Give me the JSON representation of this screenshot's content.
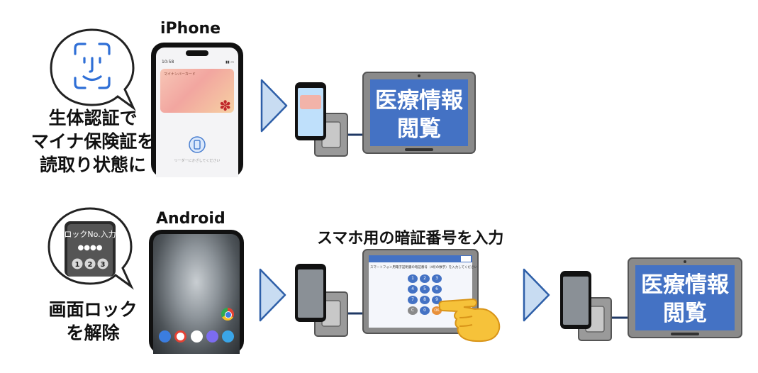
{
  "row1": {
    "phone_label": "iPhone",
    "bubble_lines": [
      "生体認証で",
      "マイナ保険証を",
      "読取り状態に"
    ],
    "phone_screen": {
      "time": "10:58",
      "card_label": "マイナンバーカード",
      "hint_text": "リーダーにかざしてください"
    },
    "monitor_lines": [
      "医療情報",
      "閲覧"
    ]
  },
  "row2": {
    "phone_label": "Android",
    "lock_bubble": {
      "title": "ロックNo.入力",
      "dots": "●●●●",
      "keys": [
        "1",
        "2",
        "3"
      ]
    },
    "bubble_lines": [
      "画面ロック",
      "を解除"
    ],
    "pin_caption": "スマホ用の暗証番号を入力",
    "tablet": {
      "prompt": "スマートフォン用電子証明書の暗証番号（4桁の数字）を入力してください",
      "keys": [
        "1",
        "2",
        "3",
        "4",
        "5",
        "6",
        "7",
        "8",
        "9",
        "C",
        "0",
        "OK"
      ]
    },
    "monitor_lines": [
      "医療情報",
      "閲覧"
    ]
  },
  "colors": {
    "accent_blue": "#4472c4",
    "arrow_fill": "#c8dcf2",
    "arrow_stroke": "#2e5fa8",
    "device_gray": "#8a8a8a",
    "connector_line": "#1f3864"
  },
  "icons": [
    "face-id-icon",
    "nfc-icon",
    "chrome-icon",
    "pointing-hand-icon"
  ]
}
